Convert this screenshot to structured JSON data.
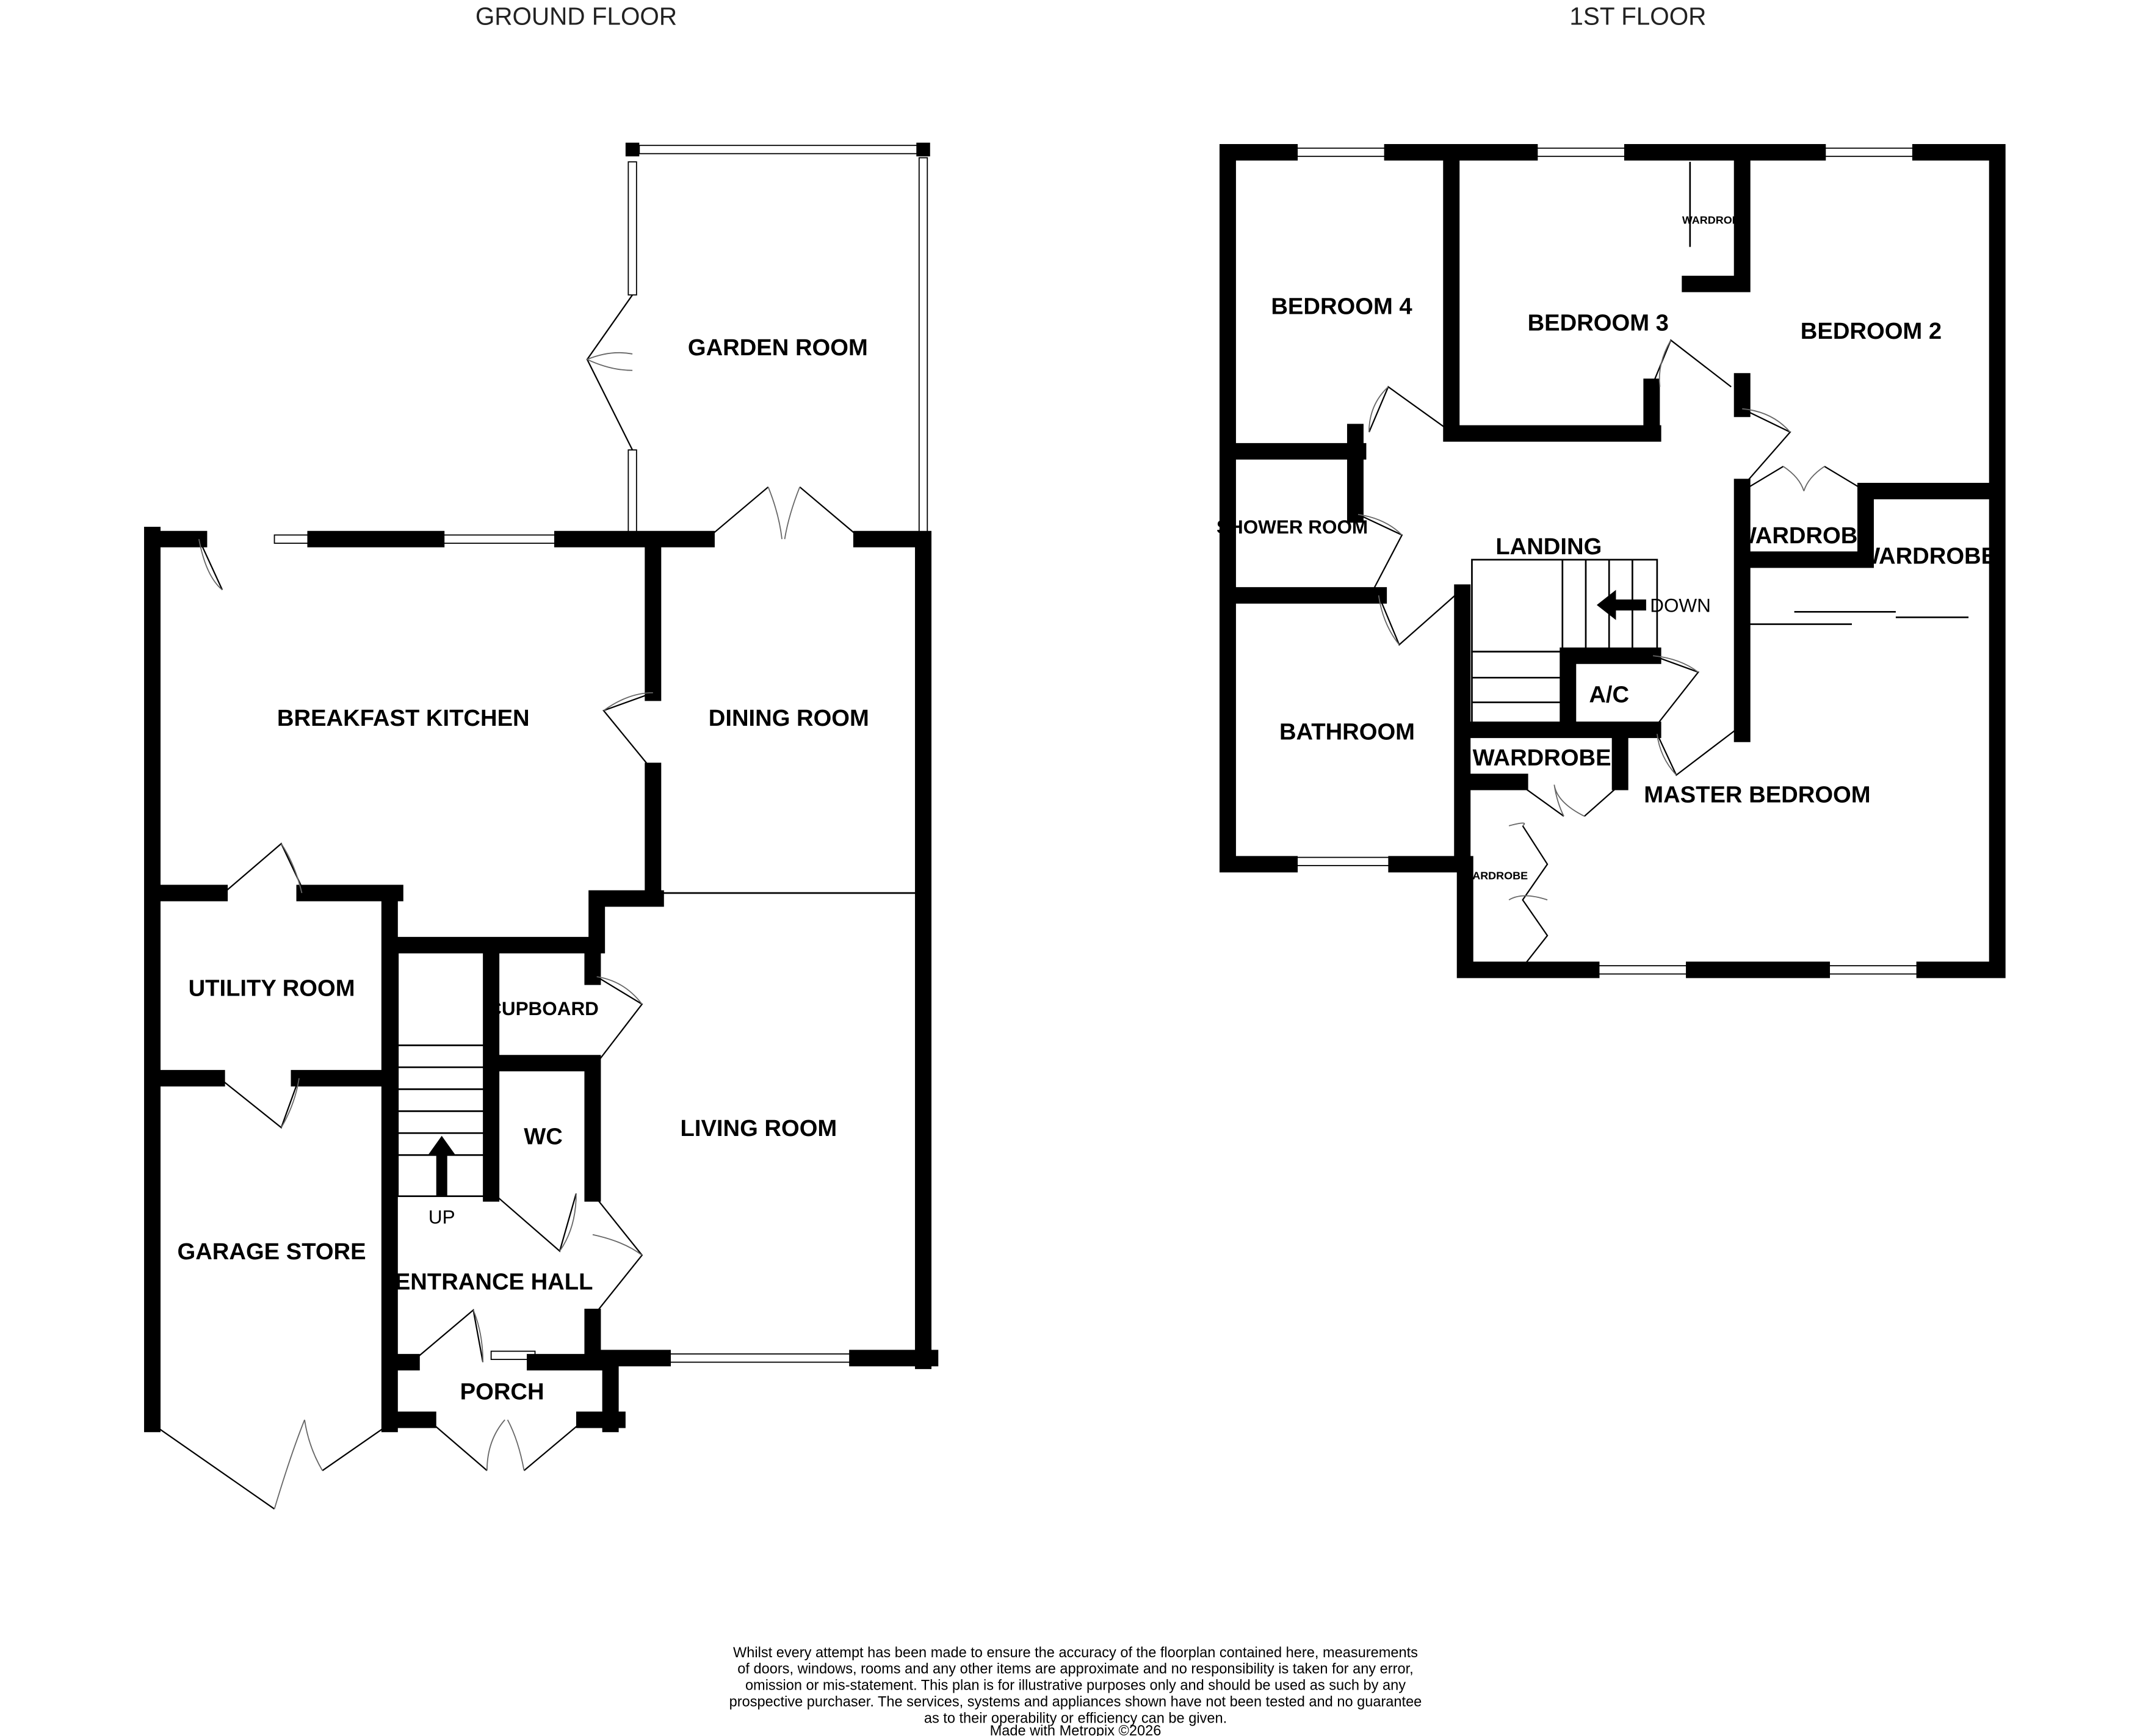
{
  "floors": {
    "ground": {
      "title": "GROUND FLOOR",
      "rooms": {
        "garden_room": "GARDEN ROOM",
        "breakfast_kitchen": "BREAKFAST KITCHEN",
        "dining_room": "DINING ROOM",
        "utility_room": "UTILITY ROOM",
        "cupboard": "CUPBOARD",
        "wc": "WC",
        "living_room": "LIVING ROOM",
        "garage_store": "GARAGE STORE",
        "entrance_hall": "ENTRANCE HALL",
        "porch": "PORCH"
      },
      "stairs_label": "UP"
    },
    "first": {
      "title": "1ST FLOOR",
      "rooms": {
        "bedroom4": "BEDROOM 4",
        "bedroom3": "BEDROOM 3",
        "bedroom3_wardrobe": "WARDROBE",
        "bedroom2": "BEDROOM 2",
        "shower_room": "SHOWER ROOM",
        "landing": "LANDING",
        "wardrobe_a": "WARDROBE",
        "wardrobe_b": "WARDROBE",
        "bathroom": "BATHROOM",
        "ac": "A/C",
        "wardrobe_c": "WARDROBE",
        "master_bedroom": "MASTER BEDROOM",
        "master_wardrobe": "WARDROBE"
      },
      "stairs_label": "DOWN"
    }
  },
  "disclaimer": [
    "Whilst every attempt has been made to ensure the accuracy of the floorplan contained here, measurements",
    "of doors, windows, rooms and any other items are approximate and no responsibility is taken for any error,",
    "omission or mis-statement. This plan is for illustrative purposes only and should be used as such by any",
    "prospective purchaser. The services, systems and appliances shown have not been tested and no guarantee",
    "as to their operability or efficiency can be given."
  ],
  "credit": "Made with Metropix ©2026"
}
